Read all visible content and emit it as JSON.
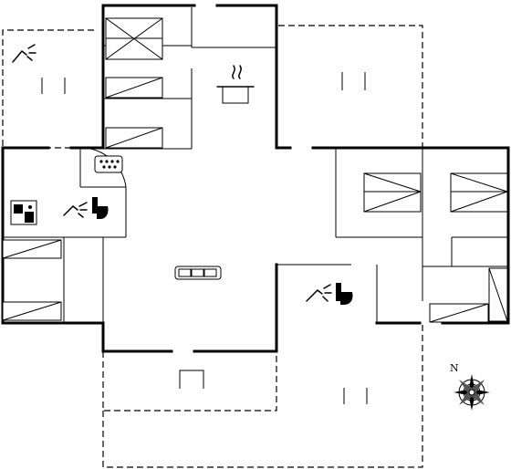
{
  "compass": {
    "north_label": "N"
  },
  "colors": {
    "wall": "#000000",
    "background": "#ffffff"
  },
  "rooms": [
    "bedroom-top-center",
    "kitchen",
    "living-room",
    "bathroom-left",
    "bathroom-right",
    "bedroom-left",
    "bedroom-right-1",
    "bedroom-right-2",
    "bedroom-right-3",
    "terrace-top-left",
    "terrace-top-right",
    "terrace-bottom"
  ],
  "icons": [
    "shower-icon",
    "toilet-icon",
    "sauna-icon",
    "hot-tub-icon",
    "kitchen-pot-icon",
    "sofa-icon",
    "outdoor-shower-icon",
    "compass-rose-icon"
  ]
}
